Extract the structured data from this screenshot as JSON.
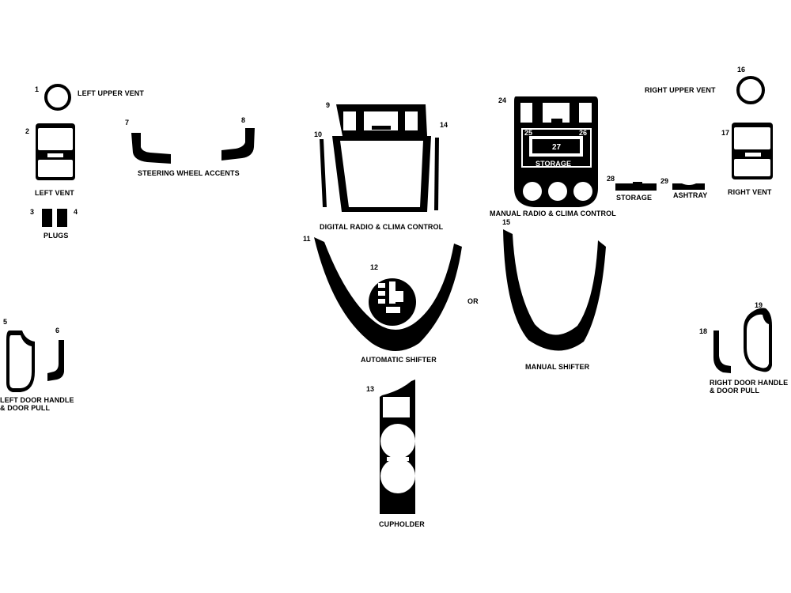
{
  "colors": {
    "piece_fill": "#000000",
    "background": "#ffffff",
    "cutout": "#ffffff"
  },
  "labels": {
    "left_upper_vent": "LEFT UPPER VENT",
    "left_vent": "LEFT VENT",
    "plugs": "PLUGS",
    "steering_wheel_accents": "STEERING WHEEL ACCENTS",
    "digital_radio": "DIGITAL RADIO & CLIMA CONTROL",
    "manual_radio": "MANUAL RADIO & CLIMA CONTROL",
    "storage_inner": "STORAGE",
    "storage": "STORAGE",
    "ashtray": "ASHTRAY",
    "right_upper_vent": "RIGHT UPPER VENT",
    "right_vent": "RIGHT VENT",
    "automatic_shifter": "AUTOMATIC SHIFTER",
    "or": "OR",
    "manual_shifter": "MANUAL SHIFTER",
    "left_door_line1": "LEFT DOOR HANDLE",
    "left_door_line2": "& DOOR PULL",
    "right_door_line1": "RIGHT DOOR HANDLE",
    "right_door_line2": "& DOOR PULL",
    "cupholder": "CUPHOLDER"
  },
  "numbers": {
    "n1": "1",
    "n2": "2",
    "n3": "3",
    "n4": "4",
    "n5": "5",
    "n6": "6",
    "n7": "7",
    "n8": "8",
    "n9": "9",
    "n10": "10",
    "n11": "11",
    "n12": "12",
    "n13": "13",
    "n14": "14",
    "n15": "15",
    "n16": "16",
    "n17": "17",
    "n18": "18",
    "n19": "19",
    "n24": "24",
    "n25": "25",
    "n26": "26",
    "n27": "27",
    "n28": "28",
    "n29": "29"
  }
}
